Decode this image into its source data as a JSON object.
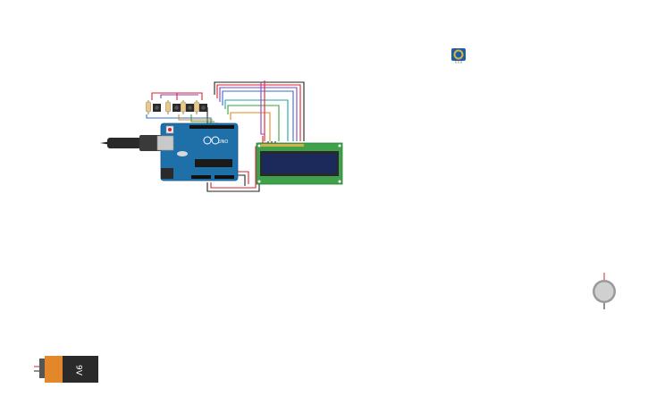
{
  "canvas": {
    "background": "#ffffff"
  },
  "components": {
    "arduino": {
      "type": "arduino-uno",
      "board_text": "UNO",
      "board_color": "#1f6fa8"
    },
    "lcd": {
      "type": "lcd-16x2",
      "pcb_color": "#3fa14a",
      "screen_color": "#1b2a5a"
    },
    "potentiometer": {
      "type": "potentiometer",
      "color": "#1f5fa0"
    },
    "battery_9v": {
      "type": "battery-9v",
      "label": "9V"
    },
    "coin_cell": {
      "type": "coin-cell-battery"
    },
    "usb_cable": {
      "type": "usb-cable"
    },
    "pushbuttons": {
      "count": 4
    },
    "resistors": {
      "count": 4
    }
  },
  "wire_colors": {
    "red": "#d9232e",
    "black": "#222222",
    "blue": "#2d6fd6",
    "purple": "#8a3fc1",
    "green": "#3aa040",
    "orange": "#e08a1e",
    "teal": "#1fa7a0"
  }
}
